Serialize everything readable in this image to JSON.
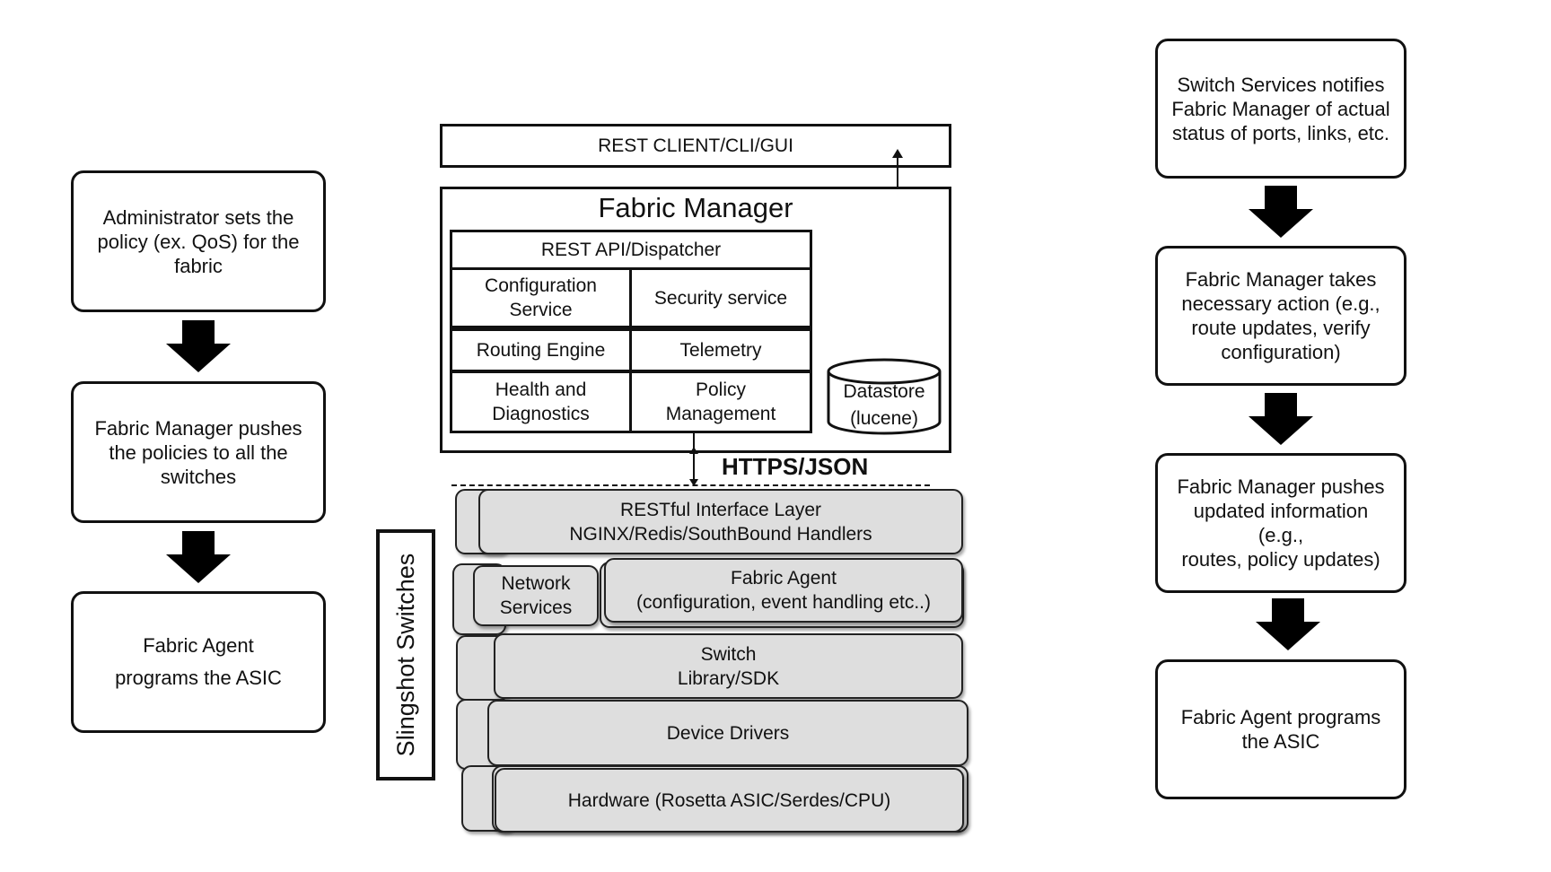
{
  "left_flow": [
    "Administrator sets the\npolicy (ex. QoS) for the\nfabric",
    "Fabric Manager pushes\nthe policies to all the\nswitches",
    "Fabric Agent\nprograms the ASIC"
  ],
  "right_flow": [
    "Switch Services notifies\nFabric Manager of actual\nstatus of ports, links, etc.",
    "Fabric Manager takes\nnecessary action (e.g.,\nroute updates, verify\nconfiguration)",
    "Fabric Manager pushes\nupdated information (e.g.,\nroutes, policy updates)",
    "Fabric Agent programs\nthe ASIC"
  ],
  "center": {
    "rest_client": "REST CLIENT/CLI/GUI",
    "fabric_manager_title": "Fabric Manager",
    "rest_api": "REST API/Dispatcher",
    "config_service": "Configuration\nService",
    "security_service": "Security service",
    "routing_engine": "Routing Engine",
    "telemetry": "Telemetry",
    "health": "Health and\nDiagnostics",
    "policy": "Policy\nManagement",
    "datastore": "Datastore\n(lucene)",
    "https_json": "HTTPS/JSON",
    "slingshot_label": "Slingshot Switches",
    "layers": {
      "restful": "RESTful Interface Layer\nNGINX/Redis/SouthBound Handlers",
      "network_services": "Network\nServices",
      "fabric_agent": "Fabric Agent\n(configuration, event handling etc..)",
      "switch_library": "Switch\nLibrary/SDK",
      "device_drivers": "Device Drivers",
      "hardware": "Hardware (Rosetta ASIC/Serdes/CPU)"
    }
  }
}
